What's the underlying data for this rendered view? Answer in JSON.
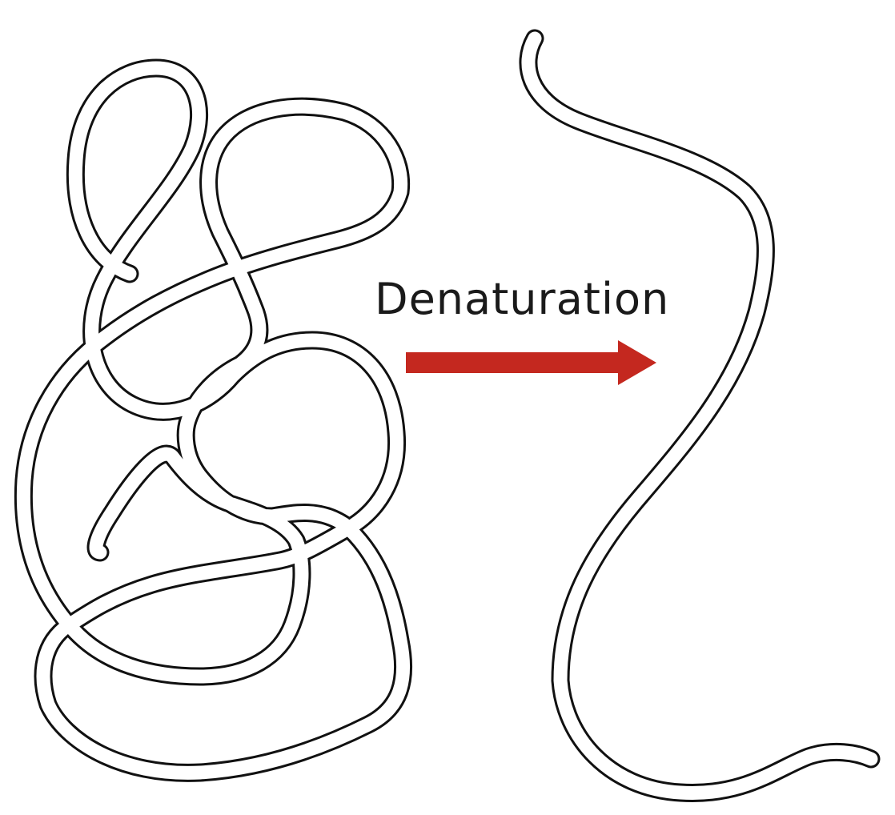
{
  "diagram": {
    "process_label": "Denaturation",
    "left_structure": "folded-protein-coil",
    "right_structure": "unfolded-protein-strand",
    "arrow_color": "#c4281f",
    "strand_outline_color": "#111111",
    "strand_fill_color": "#ffffff"
  }
}
